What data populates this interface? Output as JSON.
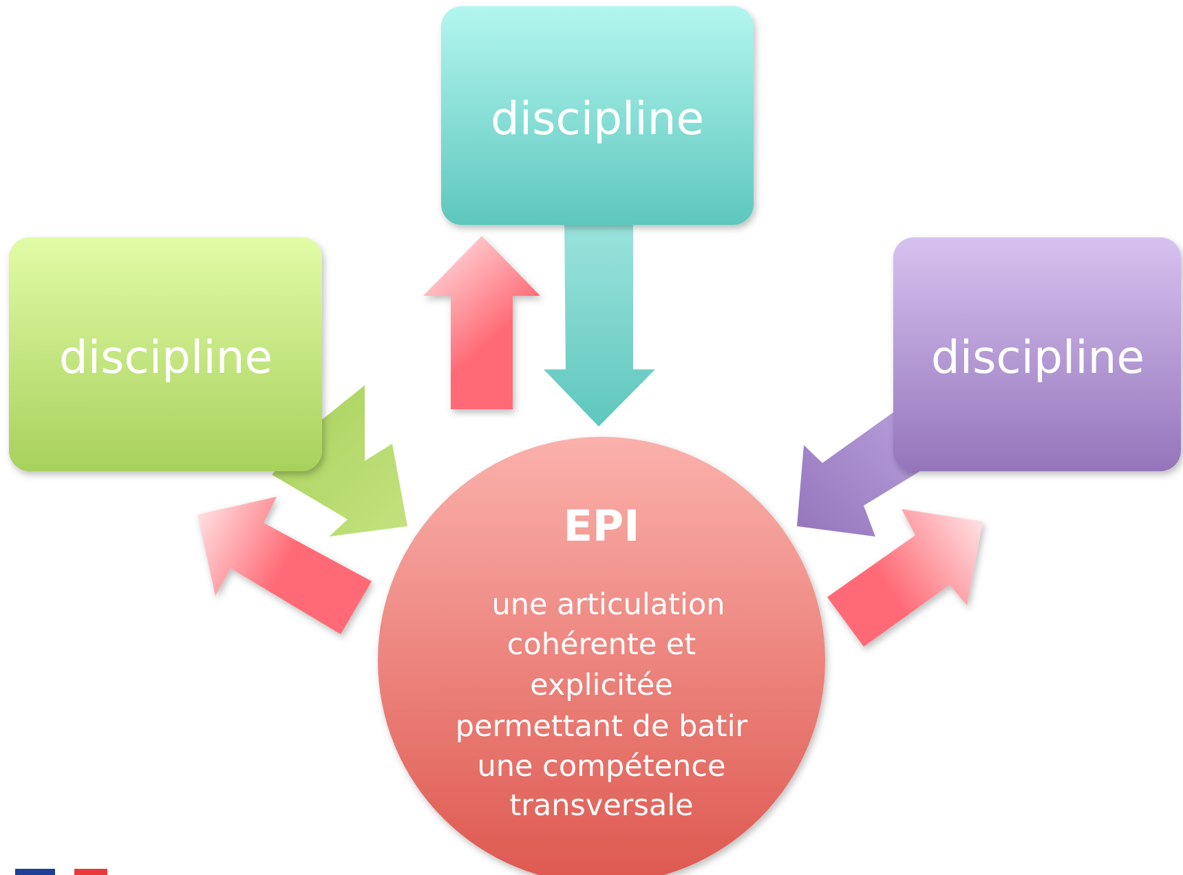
{
  "boxes": {
    "top": {
      "label": "discipline",
      "color_top": "#b2f6ef",
      "color_bottom": "#5ec7bd"
    },
    "left": {
      "label": "discipline",
      "color_top": "#e2fba6",
      "color_bottom": "#a7d15c"
    },
    "right": {
      "label": "discipline",
      "color_top": "#d6c2ef",
      "color_bottom": "#9475bb"
    }
  },
  "center": {
    "title": "EPI",
    "lines": [
      "une articulation",
      "cohérente et",
      "explicitée",
      "permettant de batir",
      "une compétence",
      "transversale"
    ],
    "color_top": "#fbb1ac",
    "color_bottom": "#dd584f"
  },
  "arrow_colors": {
    "outgoing": "#ff6b76",
    "outgoing_light": "#ffe7e8"
  }
}
